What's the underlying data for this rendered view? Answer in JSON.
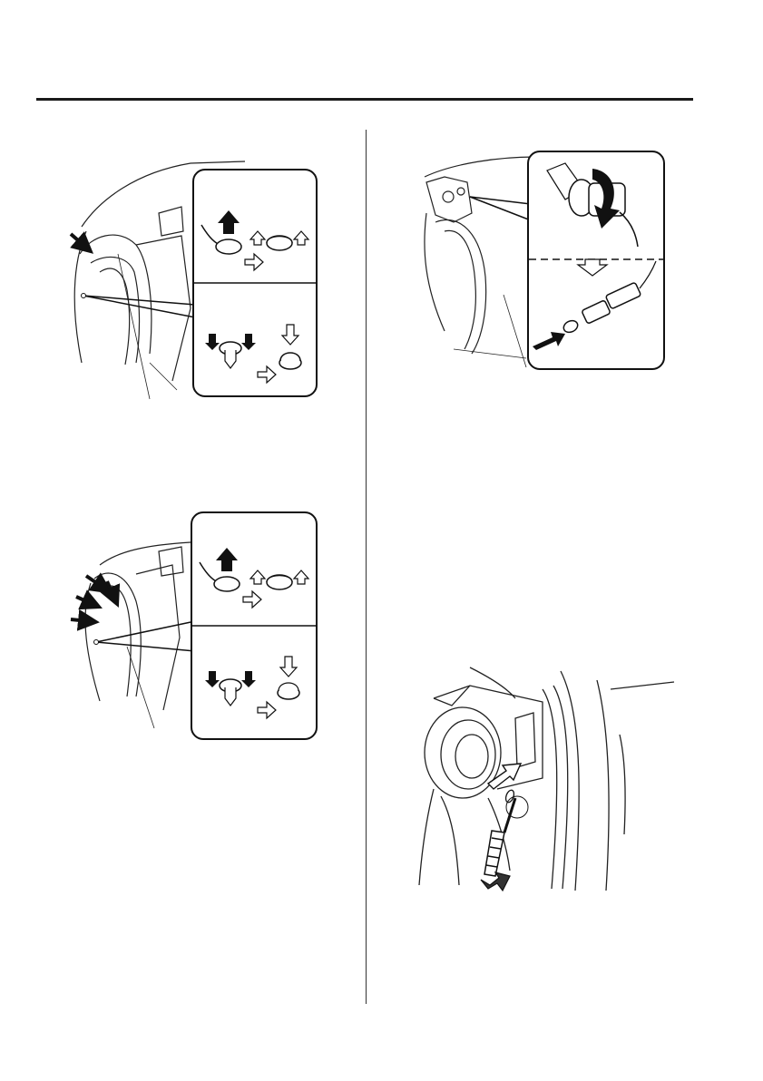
{
  "page": {
    "header_rule": true,
    "column_divider": true
  },
  "figures": [
    {
      "name": "fender-clip-removal-front",
      "callout_icons": [
        "push-pin-up-icon",
        "clip-released-icon",
        "push-pin-down-icon",
        "clip-installed-icon"
      ]
    },
    {
      "name": "bulb-socket-removal",
      "callout_icons": [
        "socket-rotate-icon",
        "bulb-pull-icon"
      ]
    },
    {
      "name": "fender-clip-removal-rear",
      "callout_icons": [
        "push-pin-up-icon",
        "clip-released-icon",
        "push-pin-down-icon",
        "clip-installed-icon"
      ]
    },
    {
      "name": "fog-lamp-cover-pry",
      "callout_icons": [
        "screwdriver-icon",
        "pry-arrow-icon"
      ]
    }
  ]
}
